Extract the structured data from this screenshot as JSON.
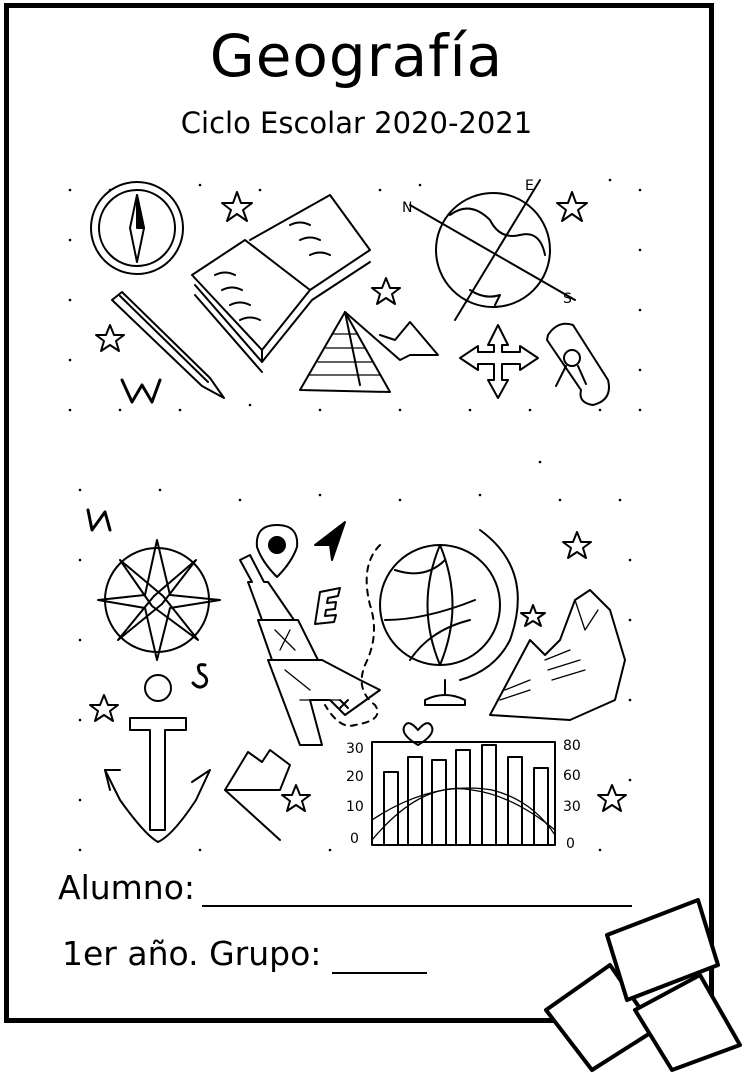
{
  "cover": {
    "title": "Geografía",
    "subtitle": "Ciclo Escolar 2020-2021",
    "student_label": "Alumno:",
    "group_label": "1er año. Grupo:"
  },
  "illustrations": {
    "compass_letters": [
      "W",
      "N",
      "E",
      "S"
    ],
    "rose_letters": [
      "N",
      "E",
      "S"
    ],
    "chart_left_ticks": [
      "30",
      "20",
      "10",
      "0"
    ],
    "chart_right_ticks": [
      "80",
      "60",
      "30",
      "0"
    ],
    "icons": [
      "compass-icon",
      "book-icon",
      "globe-icon",
      "pencil-icon",
      "pyramids-icon",
      "arrows-icon",
      "scroll-icon",
      "star-icon",
      "compass-rose-icon",
      "map-pin-icon",
      "navigation-arrow-icon",
      "eiffel-tower-icon",
      "desk-globe-icon",
      "mountains-icon",
      "anchor-icon",
      "flag-icon",
      "bar-chart-icon",
      "heart-icon"
    ]
  }
}
